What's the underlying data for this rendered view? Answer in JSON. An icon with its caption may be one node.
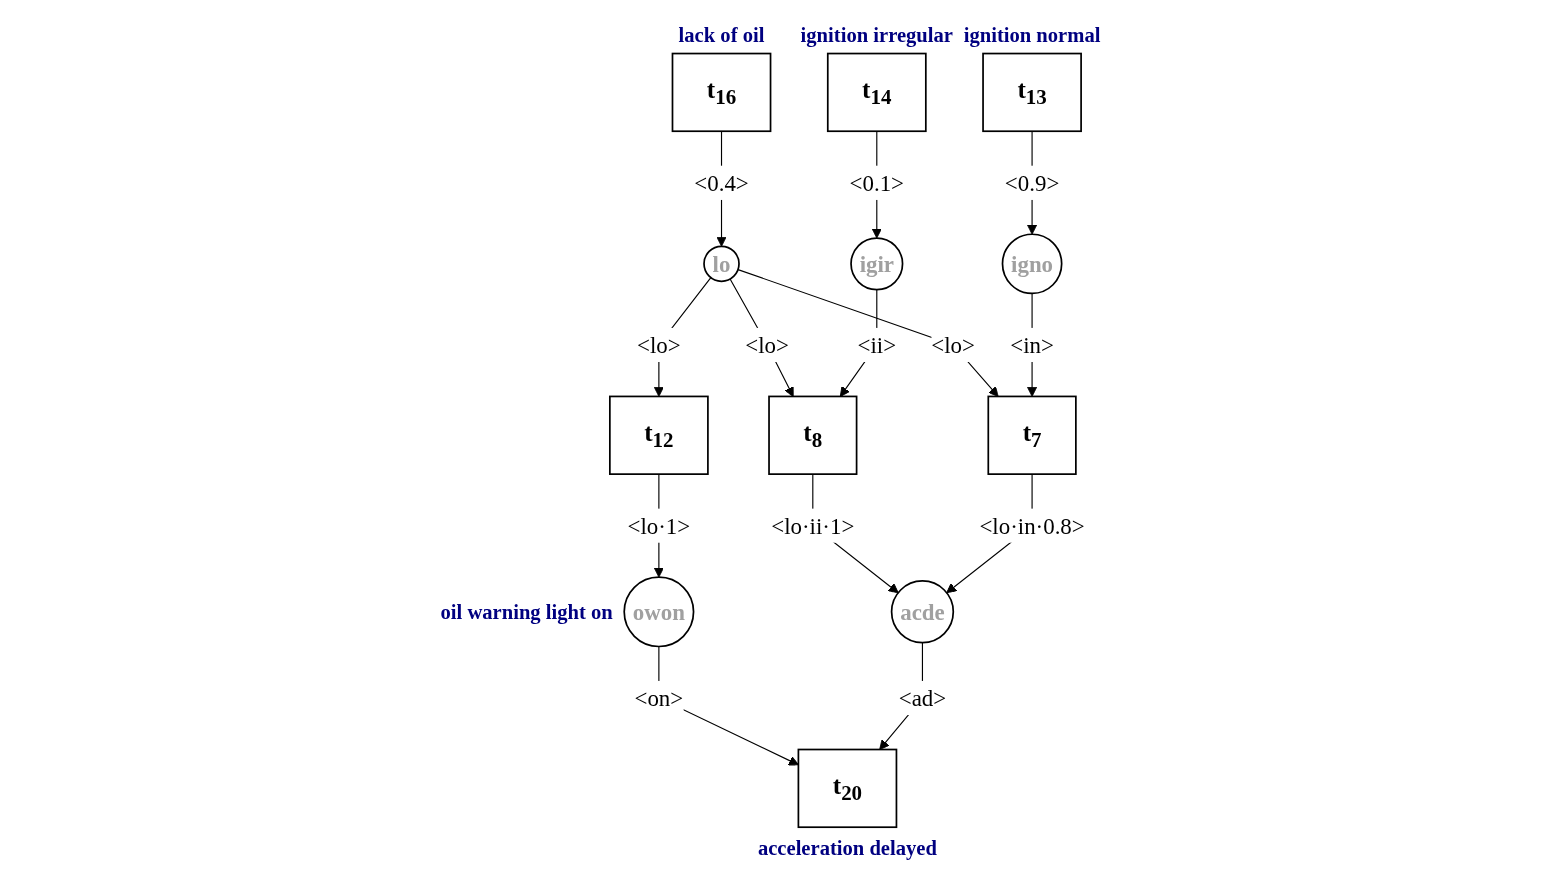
{
  "diagram": {
    "nodes": [
      {
        "text": [
          "t$_{16}$"
        ],
        "beside": [
          "lack of oil"
        ]
      },
      {
        "text": [
          "t$_{14}$"
        ],
        "beside": [
          "ignition irregular"
        ]
      },
      {
        "text": [
          "t$_{13}$"
        ],
        "beside": [
          "ignition normal"
        ]
      },
      {
        "text": [
          "lo"
        ]
      },
      {
        "text": [
          "igir"
        ]
      },
      {
        "text": [
          "igno"
        ]
      },
      {
        "text": [
          "t$_{12}$"
        ]
      },
      {
        "text": [
          "t$_{8}$"
        ]
      },
      {
        "text": [
          "t$_{7}$"
        ]
      },
      {
        "text": [
          "owon"
        ],
        "beside": [
          "oil warning light on"
        ]
      },
      {
        "text": [
          "acde"
        ]
      },
      {
        "text": [
          "t$_{20}$"
        ],
        "beside": [
          "acceleration delayed"
        ]
      }
    ],
    "edges": [
      {
        "from": 0,
        "to": 3,
        "arrow": "to",
        "label": "<0.4>"
      },
      {
        "from": 3,
        "to": 6,
        "arrow": "to",
        "label": "<lo>"
      },
      {
        "from": 3,
        "to": 7,
        "arrow": "to",
        "label": "<lo>"
      },
      {
        "from": 3,
        "to": 8,
        "arrow": "to",
        "label": "<lo>"
      },
      {
        "from": 1,
        "to": 4,
        "arrow": "to",
        "label": "<0.1>"
      },
      {
        "from": 4,
        "to": 7,
        "arrow": "to",
        "label": "<ii>"
      },
      {
        "from": 2,
        "to": 5,
        "arrow": "to",
        "label": "<0.9>"
      },
      {
        "from": 5,
        "to": 8,
        "arrow": "to",
        "label": "<in>"
      },
      {
        "from": 6,
        "to": 9,
        "arrow": "to",
        "label": "<lo·1>"
      },
      {
        "from": 7,
        "to": 10,
        "arrow": "to",
        "label": "<lo·ii·1>"
      },
      {
        "from": 8,
        "to": 10,
        "arrow": "to",
        "label": "<lo·in·0.8>"
      },
      {
        "from": 9,
        "to": 11,
        "arrow": "to",
        "label": "<on>"
      },
      {
        "from": 10,
        "to": 11,
        "arrow": "to",
        "label": "<ad>"
      }
    ]
  }
}
